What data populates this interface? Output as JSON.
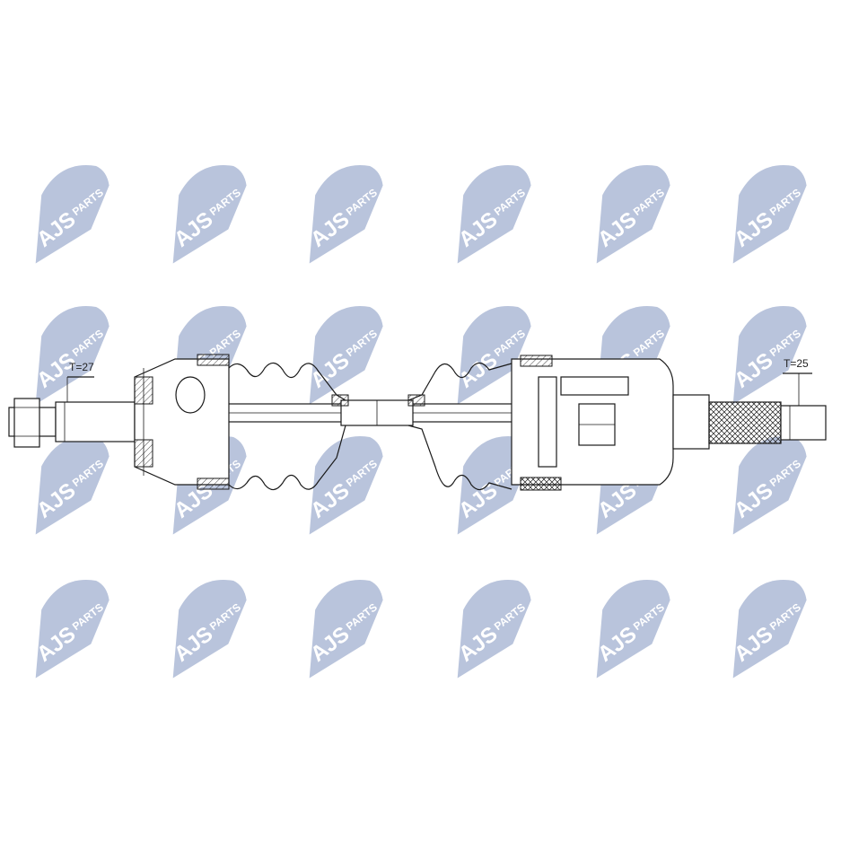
{
  "watermark": {
    "brand": "AJS",
    "sub": "PARTS",
    "color": "#b9c4dc"
  },
  "labels": {
    "left_spline": "T=27",
    "right_spline": "T=25"
  },
  "colors": {
    "line": "#1a1a1a",
    "background": "#ffffff"
  }
}
